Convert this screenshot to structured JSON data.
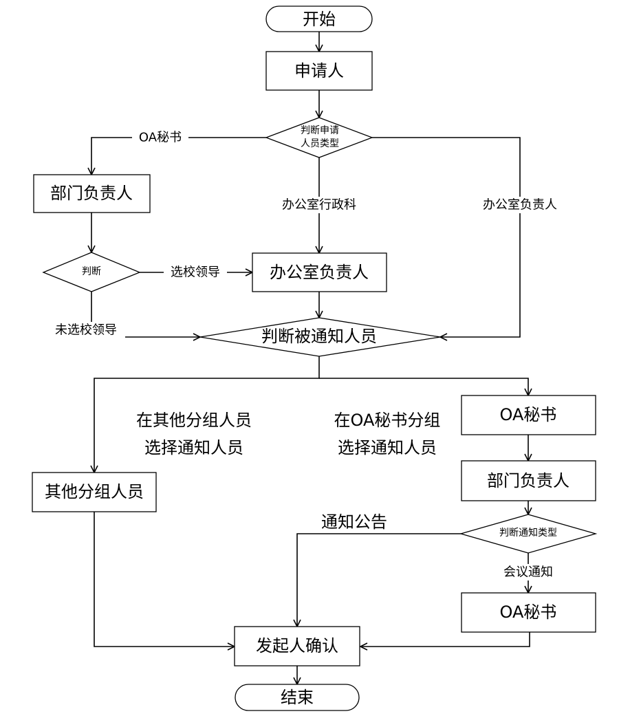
{
  "nodes": {
    "start": "开始",
    "applicant": "申请人",
    "judge_type_line1": "判断申请",
    "judge_type_line2": "人员类型",
    "dept_head_left": "部门负责人",
    "judge_small": "判断",
    "office_head": "办公室负责人",
    "judge_notified": "判断被通知人员",
    "other_group": "其他分组人员",
    "oa_secretary_top": "OA秘书",
    "dept_head_right": "部门负责人",
    "judge_notice_type": "判断通知类型",
    "oa_secretary_bottom": "OA秘书",
    "initiator_confirm": "发起人确认",
    "end": "结束"
  },
  "labels": {
    "oa_secretary": "OA秘书",
    "office_admin": "办公室行政科",
    "office_head_branch": "办公室负责人",
    "select_leader": "选校领导",
    "not_select_leader": "未选校领导",
    "other_group_line1": "在其他分组人员",
    "other_group_line2": "选择通知人员",
    "oa_group_line1": "在OA秘书分组",
    "oa_group_line2": "选择通知人员",
    "notice_announcement": "通知公告",
    "meeting_notice": "会议通知"
  }
}
